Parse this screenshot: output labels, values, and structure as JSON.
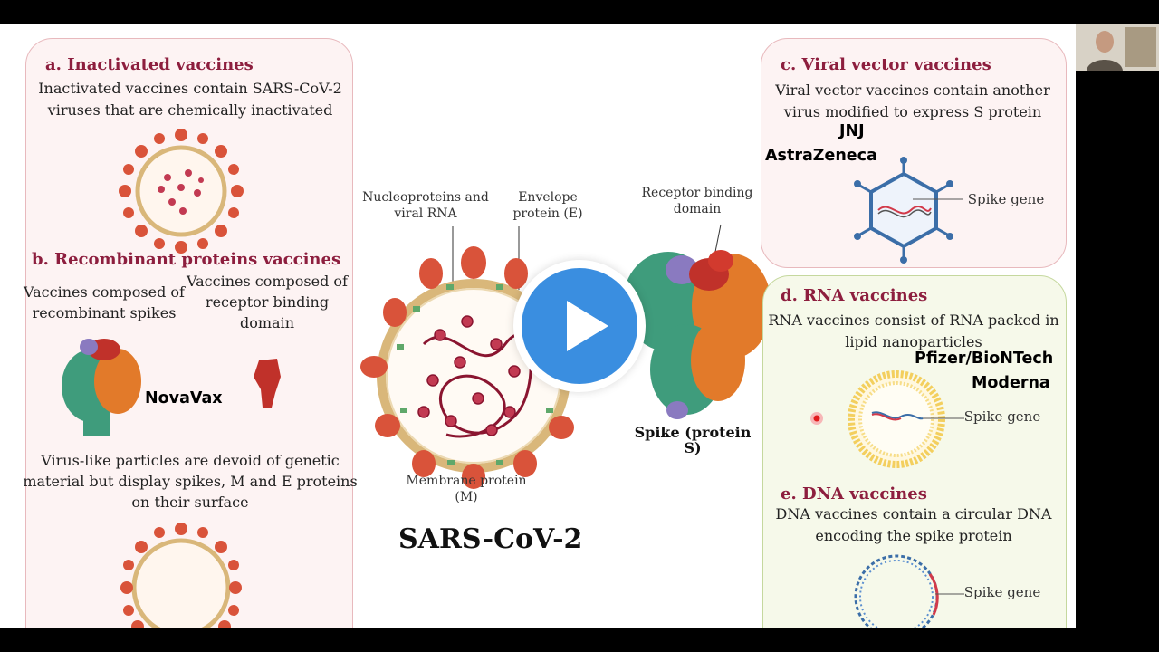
{
  "panels": {
    "a": {
      "title": "a. Inactivated vaccines",
      "desc_lines": [
        "Inactivated vaccines contain SARS-CoV-2",
        "viruses that are chemically inactivated"
      ]
    },
    "b": {
      "title": "b. Recombinant proteins vaccines",
      "left_lines": [
        "Vaccines composed of",
        "recombinant spikes"
      ],
      "right_lines": [
        "Vaccines composed of",
        "receptor binding",
        "domain"
      ],
      "vlp_lines": [
        "Virus-like particles are devoid of genetic",
        "material but display spikes, M and E proteins",
        "on their surface"
      ]
    },
    "c": {
      "title": "c. Viral vector vaccines",
      "desc_lines": [
        "Viral vector vaccines contain another",
        "virus modified to express S protein"
      ],
      "gene_label": "Spike gene"
    },
    "d": {
      "title": "d. RNA vaccines",
      "desc_lines": [
        "RNA vaccines consist of RNA packed in",
        "lipid nanoparticles"
      ],
      "gene_label": "Spike gene"
    },
    "e": {
      "title": "e. DNA vaccines",
      "desc_lines": [
        "DNA vaccines contain a circular DNA",
        "encoding the spike protein"
      ],
      "gene_label": "Spike gene"
    }
  },
  "center": {
    "virus_name": "SARS-CoV-2",
    "nucleo_lines": [
      "Nucleoproteins and",
      "viral RNA"
    ],
    "envelope_lines": [
      "Envelope",
      "protein (E)"
    ],
    "membrane_lines": [
      "Membrane protein",
      "(M)"
    ],
    "rbd_lines": [
      "Receptor binding",
      "domain"
    ],
    "spike_label": "Spike (protein S)"
  },
  "annotations": {
    "jnj": "JNJ",
    "astrazeneca": "AstraZeneca",
    "novavax": "NovaVax",
    "pfizer": "Pfizer/BioNTech",
    "moderna": "Moderna"
  },
  "colors": {
    "panel_title": "#8d1e3e",
    "play_button": "#3a8ee0",
    "spike": "#d9533a",
    "rna": "#8a1530",
    "envelope": "#d9b77a",
    "membrane": "#5fa86a"
  },
  "icons": {
    "play": "play-icon",
    "camera": "webcam-thumbnail"
  }
}
